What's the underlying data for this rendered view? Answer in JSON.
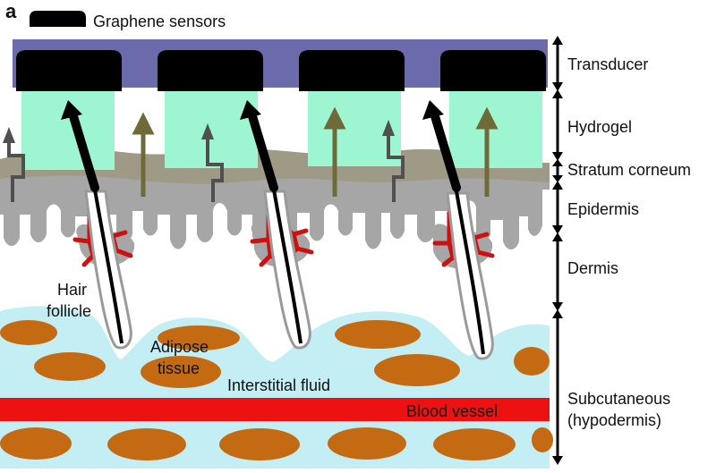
{
  "panel_letter": "a",
  "legend": {
    "sensor_label": "Graphene sensors"
  },
  "layers": {
    "transducer": "Transducer",
    "hydrogel": "Hydrogel",
    "stratum_corneum": "Stratum corneum",
    "epidermis": "Epidermis",
    "dermis": "Dermis",
    "subcutaneous_line1": "Subcutaneous",
    "subcutaneous_line2": "(hypodermis)"
  },
  "labels": {
    "hair_follicle_line1": "Hair",
    "hair_follicle_line2": "follicle",
    "adipose_line1": "Adipose",
    "adipose_line2": "tissue",
    "interstitial_fluid": "Interstitial fluid",
    "blood_vessel": "Blood vessel"
  },
  "colors": {
    "transducer": "#6b6bab",
    "sensor": "#000000",
    "hydrogel": "#9ef5d2",
    "stratum_corneum": "#9e9a86",
    "epidermis": "#a6a6a6",
    "interstitial_fluid": "#c3eef4",
    "adipose": "#c46a12",
    "blood_vessel": "#ee1111",
    "capillary": "#cc1111",
    "olive_arrow": "#6e6a3a",
    "grey_path": "#505050"
  }
}
